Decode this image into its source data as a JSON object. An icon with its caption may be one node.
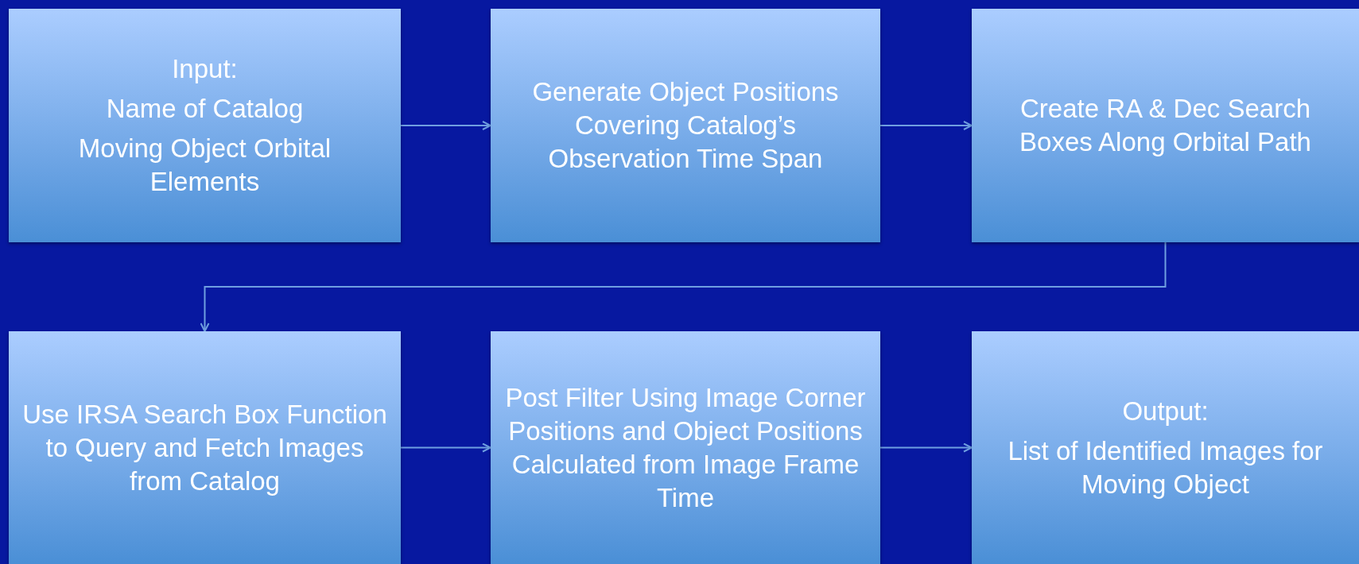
{
  "diagram": {
    "nodes": [
      {
        "text": [
          "Input:",
          "Name of Catalog",
          "Moving Object Orbital Elements"
        ]
      },
      {
        "text": [
          "Generate Object Positions Covering Catalog’s Observation Time Span"
        ]
      },
      {
        "text": [
          "Create RA & Dec Search Boxes Along Orbital Path"
        ]
      },
      {
        "text": [
          "Use IRSA Search Box Function to Query and Fetch Images from Catalog"
        ]
      },
      {
        "text": [
          "Post Filter Using Image Corner Positions and Object Positions Calculated from Image Frame Time"
        ]
      },
      {
        "text": [
          "Output:",
          "List of Identified Images for Moving Object"
        ]
      }
    ],
    "edges": [
      {
        "from": 0,
        "to": 1,
        "arrow": "to"
      },
      {
        "from": 1,
        "to": 2,
        "arrow": "to"
      },
      {
        "from": 2,
        "to": 3,
        "arrow": "to"
      },
      {
        "from": 3,
        "to": 4,
        "arrow": "to"
      },
      {
        "from": 4,
        "to": 5,
        "arrow": "to"
      }
    ]
  }
}
